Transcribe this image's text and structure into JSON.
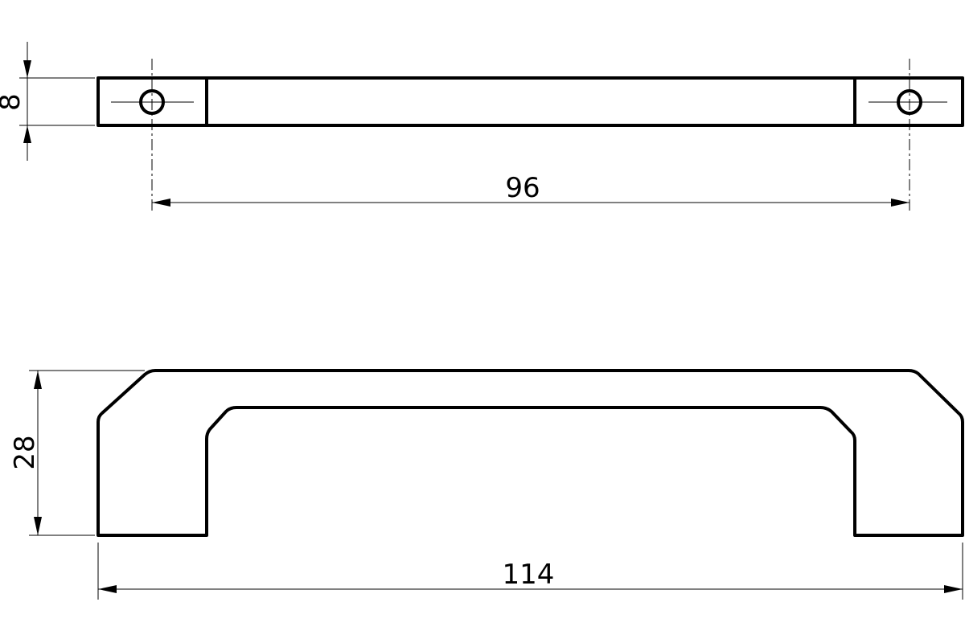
{
  "drawing": {
    "top_view": {
      "height_dimension": "8",
      "hole_spacing_dimension": "96"
    },
    "side_view": {
      "height_dimension": "28",
      "overall_length_dimension": "114"
    }
  }
}
